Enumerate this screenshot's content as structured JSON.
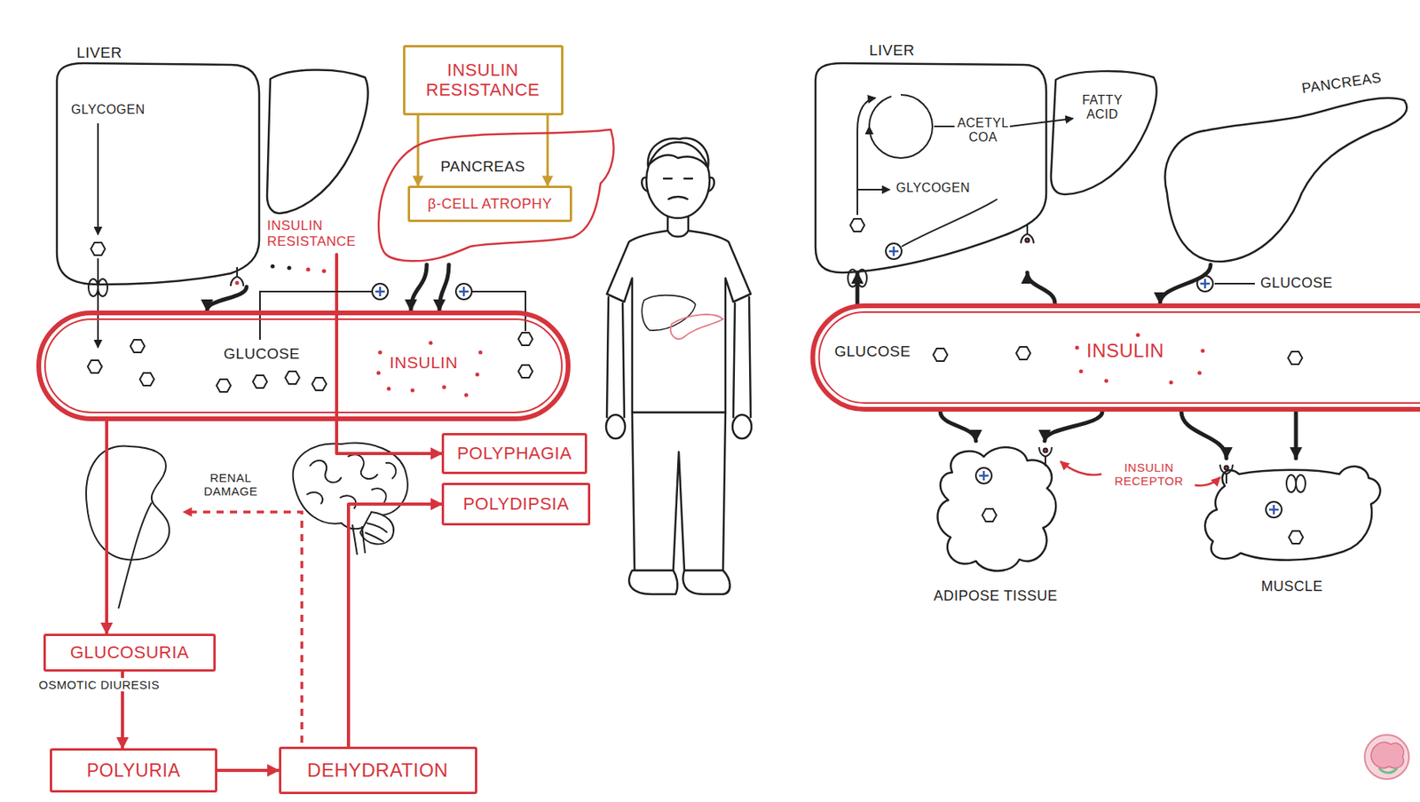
{
  "diagram": {
    "nodes": [
      {
        "text": [
          "LIVER",
          "GLYCOGEN"
        ]
      },
      {
        "text": [
          "INSULIN RESISTANCE"
        ]
      },
      {
        "text": [
          "PANCREAS"
        ]
      },
      {
        "text": [
          "β-CELL ATROPHY"
        ],
        "in": 2
      },
      {
        "text": [
          "GLUCOSE",
          "INSULIN"
        ]
      },
      {
        "text": [
          "POLYPHAGIA"
        ]
      },
      {
        "text": [
          "POLYDIPSIA"
        ]
      },
      {
        "text": [
          "GLUCOSURIA"
        ]
      },
      {
        "text": [
          "POLYURIA"
        ]
      },
      {
        "text": [
          "DEHYDRATION"
        ]
      },
      {
        "text": [
          "LIVER",
          "ACETYL COA",
          "GLYCOGEN",
          "FATTY ACID"
        ]
      },
      {
        "text": [
          "PANCREAS"
        ]
      },
      {
        "text": [
          "GLUCOSE",
          "INSULIN"
        ]
      },
      {
        "text": [
          "ADIPOSE TISSUE"
        ]
      },
      {
        "text": [
          "MUSCLE"
        ]
      }
    ],
    "edges": [
      {
        "from": 1,
        "to": 3,
        "arrow": "to"
      },
      {
        "from": 2,
        "to": 4,
        "arrow": "to"
      },
      {
        "from": 0,
        "to": 4,
        "arrow": "to"
      },
      {
        "from": 4,
        "to": 7,
        "arrow": "to"
      },
      {
        "from": 7,
        "to": 8,
        "arrow": "to",
        "label": "OSMOTIC DIURESIS"
      },
      {
        "from": 8,
        "to": 9,
        "arrow": "to"
      },
      {
        "from": 9,
        "to": 6,
        "arrow": "to"
      },
      {
        "from": 4,
        "to": 5,
        "arrow": "to"
      },
      {
        "from": 11,
        "to": 12,
        "arrow": "to"
      },
      {
        "from": 12,
        "to": 10,
        "arrow": "to"
      },
      {
        "from": 12,
        "to": 10,
        "arrow": "to"
      },
      {
        "from": 12,
        "to": 13,
        "arrow": "to"
      },
      {
        "from": 12,
        "to": 13,
        "arrow": "to"
      },
      {
        "from": 12,
        "to": 14,
        "arrow": "to"
      },
      {
        "from": 12,
        "to": 14,
        "arrow": "to"
      }
    ],
    "labels": [
      "INSULIN RESISTANCE",
      "RENAL DAMAGE",
      "GLUCOSE",
      "INSULIN RECEPTOR"
    ]
  }
}
